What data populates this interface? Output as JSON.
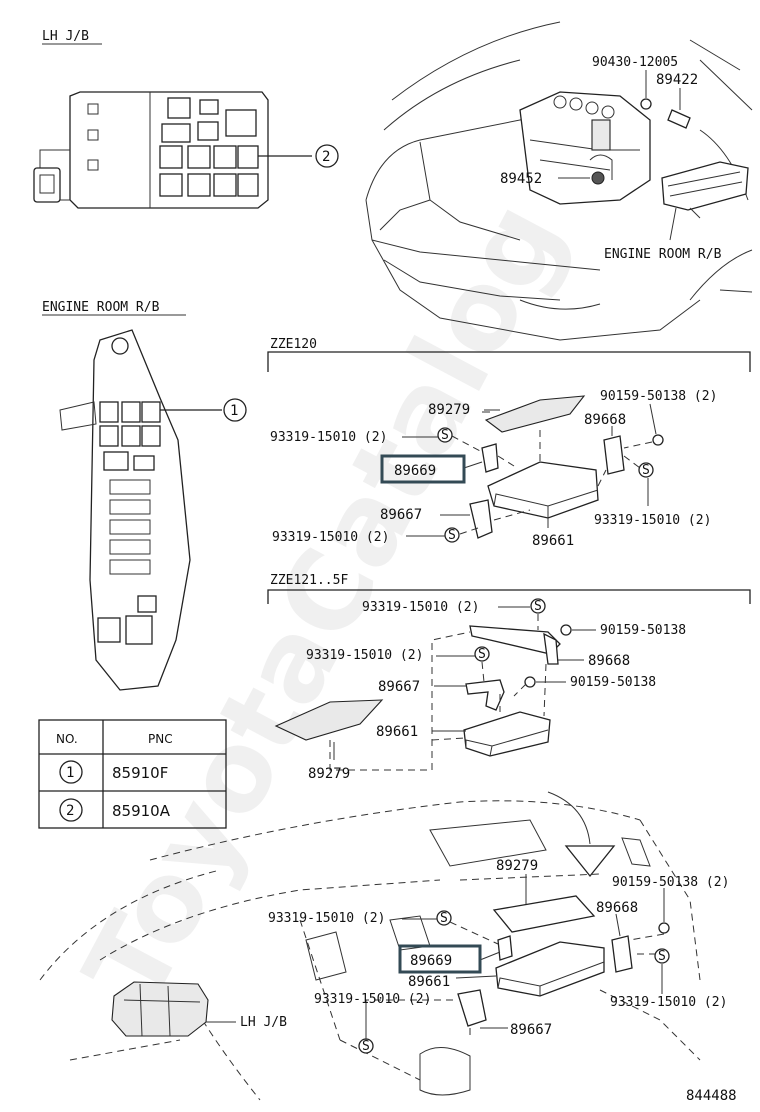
{
  "watermark": "ToyotaCatalog",
  "lh_jb_title": "LH J/B",
  "engine_room_title": "ENGINE ROOM R/B",
  "callout_1": "1",
  "callout_2": "2",
  "table": {
    "headers": [
      "NO.",
      "PNC"
    ],
    "rows": [
      {
        "no": "1",
        "pnc": "85910F"
      },
      {
        "no": "2",
        "pnc": "85910A"
      }
    ]
  },
  "top_right": {
    "p90430": "90430-12005",
    "p89422": "89422",
    "p89452": "89452",
    "engine_room": "ENGINE ROOM R/B"
  },
  "zze120": {
    "title": "ZZE120",
    "p89279": "89279",
    "p90159": "90159-50138 (2)",
    "p89668": "89668",
    "p93319_a": "93319-15010 (2)",
    "p89669": "89669",
    "p93319_b": "93319-15010 (2)",
    "p89667": "89667",
    "p93319_c": "93319-15010 (2)",
    "p89661": "89661"
  },
  "zze121": {
    "title": "ZZE121..5F",
    "p93319_a": "93319-15010 (2)",
    "p90159_a": "90159-50138",
    "p93319_b": "93319-15010 (2)",
    "p89668": "89668",
    "p89667": "89667",
    "p90159_b": "90159-50138",
    "p89661": "89661",
    "p89279": "89279"
  },
  "bottom": {
    "p89279": "89279",
    "p90159": "90159-50138 (2)",
    "p93319_a": "93319-15010 (2)",
    "p89668": "89668",
    "p89669": "89669",
    "p89661": "89661",
    "lh_jb": "LH J/B",
    "p93319_b": "93319-15010 (2)",
    "p93319_c": "93319-15010 (2)",
    "p89667": "89667"
  },
  "figure_number": "844488"
}
